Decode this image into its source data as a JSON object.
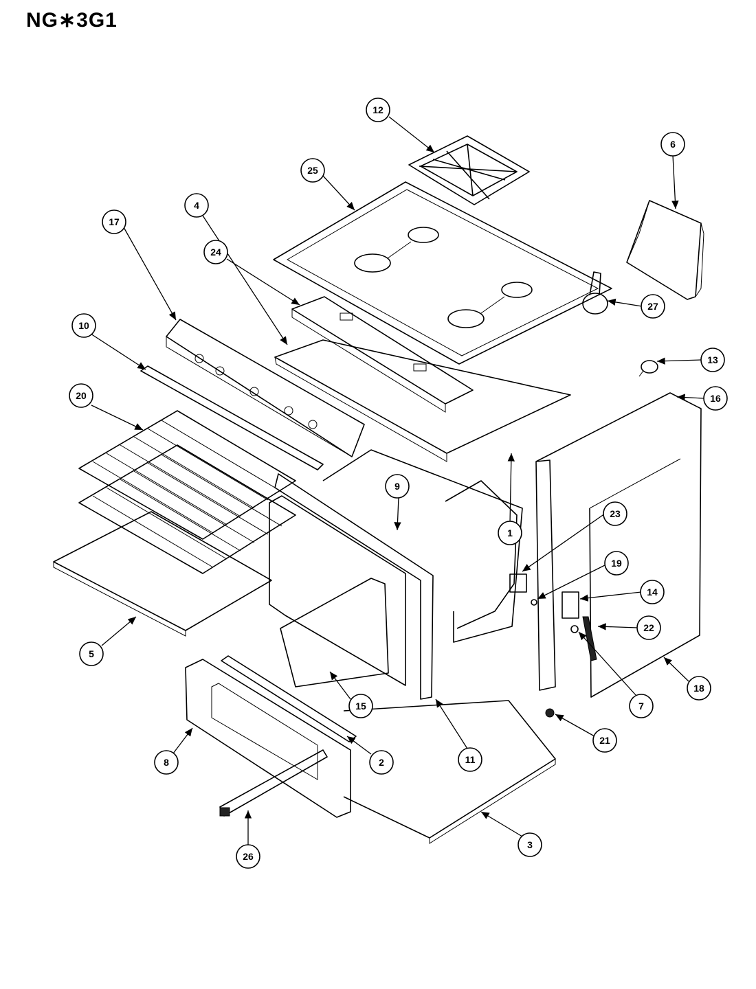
{
  "title": "NG∗3G1",
  "callouts": [
    {
      "label": "12"
    },
    {
      "label": "6"
    },
    {
      "label": "25"
    },
    {
      "label": "24"
    },
    {
      "label": "17"
    },
    {
      "label": "4"
    },
    {
      "label": "10"
    },
    {
      "label": "27"
    },
    {
      "label": "13"
    },
    {
      "label": "16"
    },
    {
      "label": "20"
    },
    {
      "label": "1"
    },
    {
      "label": "9"
    },
    {
      "label": "23"
    },
    {
      "label": "19"
    },
    {
      "label": "14"
    },
    {
      "label": "22"
    },
    {
      "label": "5"
    },
    {
      "label": "18"
    },
    {
      "label": "7"
    },
    {
      "label": "15"
    },
    {
      "label": "21"
    },
    {
      "label": "8"
    },
    {
      "label": "2"
    },
    {
      "label": "11"
    },
    {
      "label": "3"
    },
    {
      "label": "26"
    }
  ]
}
